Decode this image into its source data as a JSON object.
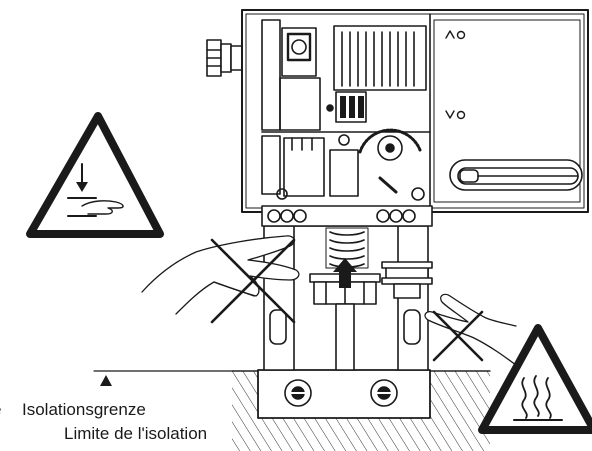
{
  "labels": {
    "insulation_limit_de": "Isolationsgrenze",
    "insulation_limit_fr": "Limite de l'isolation",
    "insulation_limit_cut": "e"
  },
  "indicators": {
    "open": "∧○",
    "closed": "∨○"
  },
  "icons": {
    "crush_warning": "hand-crush-warning-icon",
    "hot_surface_warning": "hot-surface-warning-icon",
    "prohibited": "prohibited-cross-icon",
    "up_arrow": "up-arrow-icon"
  },
  "colors": {
    "ink": "#1a1a1a",
    "hatch": "#333333"
  }
}
